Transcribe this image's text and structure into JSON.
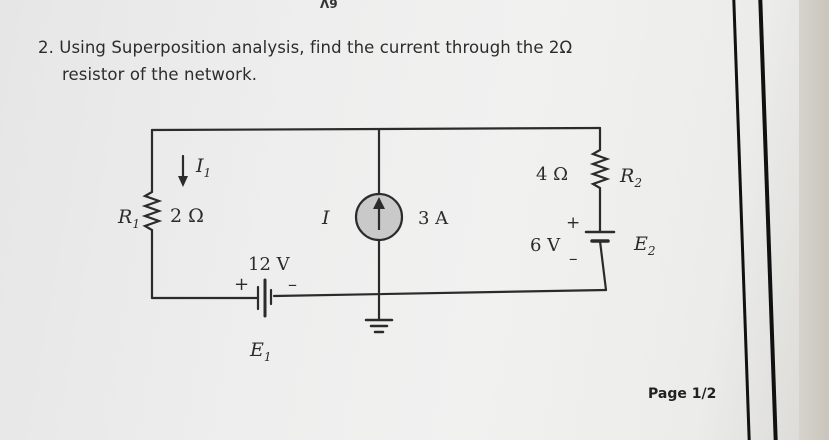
{
  "header_fragment": "6V",
  "question": {
    "line1": "2. Using Superposition analysis, find the current through the 2Ω",
    "line2": "resistor of the network."
  },
  "circuit": {
    "R1_label": "R",
    "R1_sub": "1",
    "R1_value": "2 Ω",
    "I1_label": "I",
    "I1_sub": "1",
    "I_label": "I",
    "source_current": "3 A",
    "E1_voltage": "12 V",
    "E1_label": "E",
    "E1_sub": "1",
    "E1_plus": "+",
    "E1_minus": "–",
    "R2_value": "4 Ω",
    "R2_label": "R",
    "R2_sub": "2",
    "E2_voltage": "6 V",
    "E2_label": "E",
    "E2_sub": "2",
    "E2_plus": "+",
    "E2_minus": "–"
  },
  "footer": {
    "page": "Page 1/2"
  }
}
